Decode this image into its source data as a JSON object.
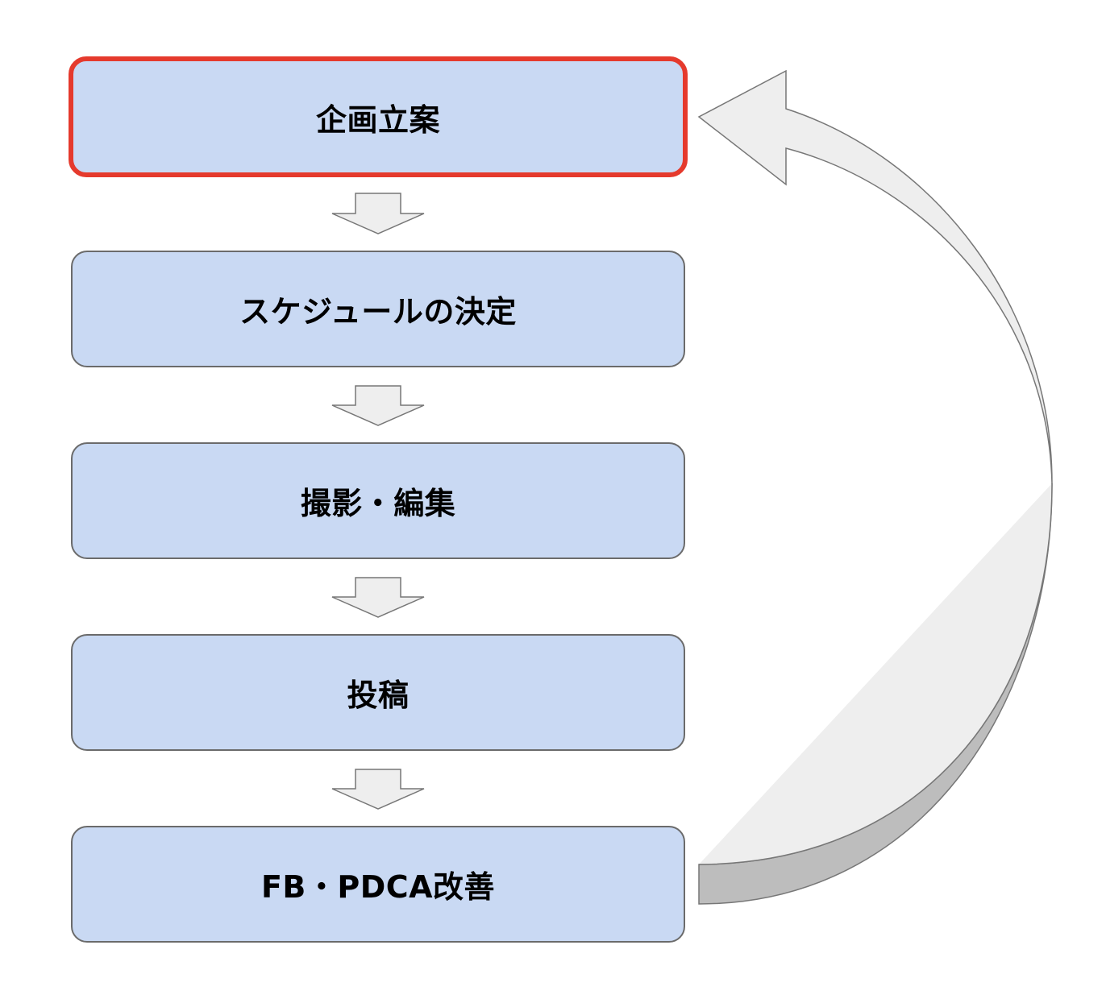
{
  "flow": {
    "steps": [
      {
        "label": "企画立案",
        "highlighted": true
      },
      {
        "label": "スケジュールの決定",
        "highlighted": false
      },
      {
        "label": "撮影・編集",
        "highlighted": false
      },
      {
        "label": "投稿",
        "highlighted": false
      },
      {
        "label": "FB・PDCA改善",
        "highlighted": false
      }
    ],
    "colors": {
      "box_fill": "#c9d9f3",
      "box_border": "#6b6b6b",
      "highlight_border": "#e53a2d",
      "arrow_fill": "#eeeeee",
      "arrow_stroke": "#777777",
      "loop_back_shade": "#bdbdbd"
    }
  }
}
